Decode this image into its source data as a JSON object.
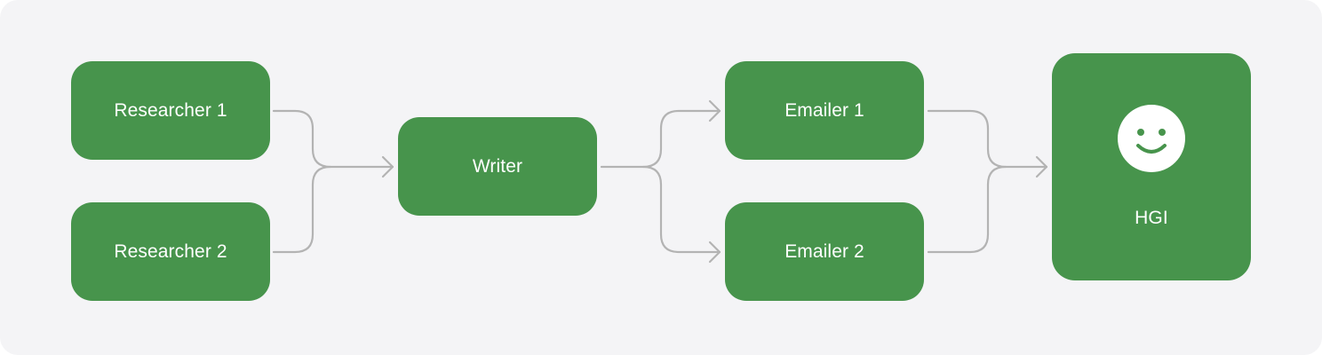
{
  "colors": {
    "canvas_background": "#f4f4f6",
    "node_fill": "#47944c",
    "node_text": "#ffffff",
    "connector": "#b3b3b3"
  },
  "nodes": {
    "researcher_1": "Researcher 1",
    "researcher_2": "Researcher 2",
    "writer": "Writer",
    "emailer_1": "Emailer 1",
    "emailer_2": "Emailer 2",
    "hgi": {
      "label": "HGI",
      "icon": "smiley-face-icon"
    }
  },
  "edges": [
    {
      "from": "Researcher 1",
      "to": "Writer"
    },
    {
      "from": "Researcher 2",
      "to": "Writer"
    },
    {
      "from": "Writer",
      "to": "Emailer 1"
    },
    {
      "from": "Writer",
      "to": "Emailer 2"
    },
    {
      "from": "Emailer 1",
      "to": "HGI"
    },
    {
      "from": "Emailer 2",
      "to": "HGI"
    }
  ]
}
